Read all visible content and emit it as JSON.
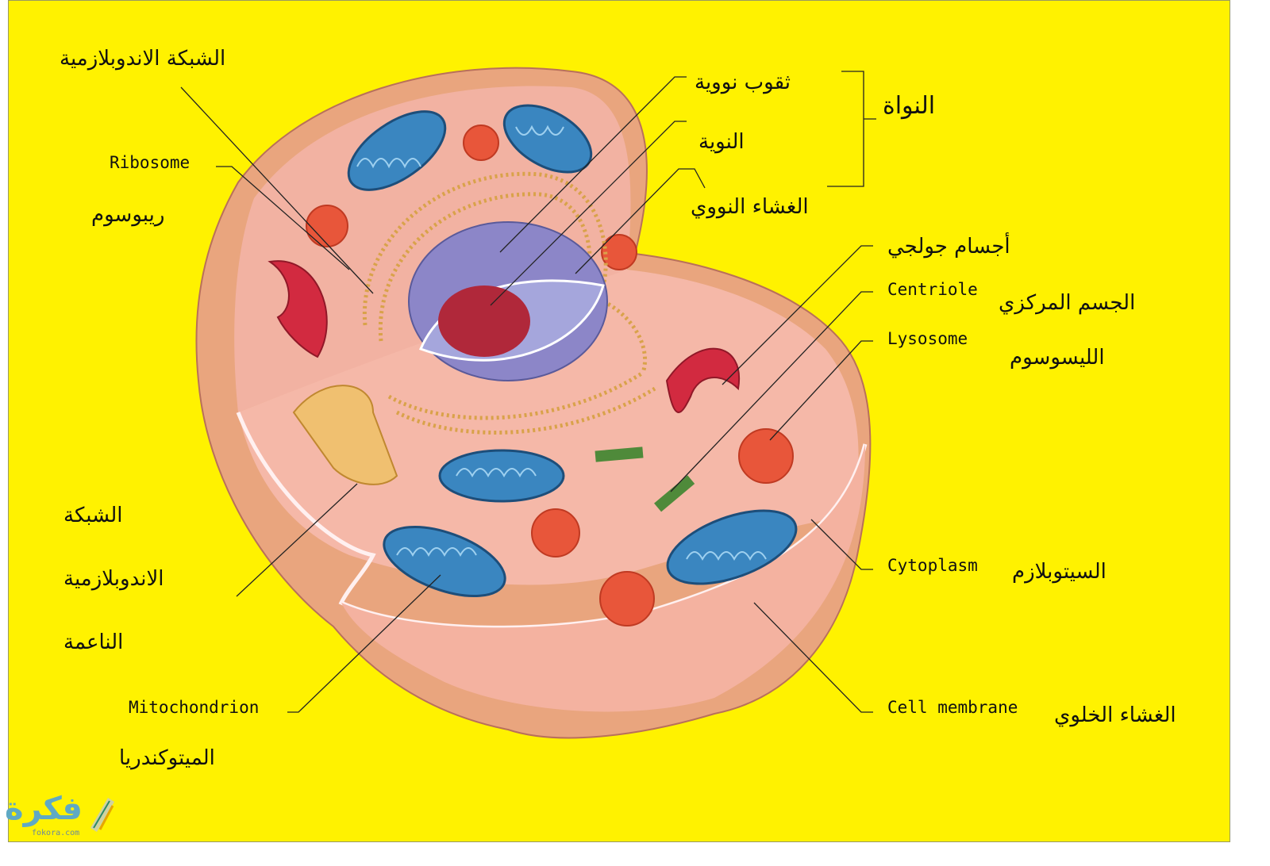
{
  "colors": {
    "background": "#fff200",
    "cytoplasm": "#f4b3a0",
    "mitochondria": "#3a86c0",
    "lysosome": "#e8563a",
    "nucleus": "#8c86c8",
    "nucleolus": "#b0283a",
    "golgi": "#d22a40",
    "centriole": "#4f8a3a"
  },
  "labels": {
    "rough_er": "الشبكة الاندوبلازمية",
    "ribosome_en": "Ribosome",
    "ribosome_ar": "ريبوسوم",
    "smooth_er_line1": "الشبكة",
    "smooth_er_line2": "الاندوبلازمية",
    "smooth_er_line3": "الناعمة",
    "mitochondrion_en": "Mitochondrion",
    "mitochondrion_ar": "الميتوكندريا",
    "nuclear_pores": "ثقوب نووية",
    "nucleolus": "النوية",
    "nuclear_envelope": "الغشاء النووي",
    "nucleus": "النواة",
    "golgi": "أجسام جولجي",
    "centriole_en": "Centriole",
    "centriole_ar": "الجسم المركزي",
    "lysosome_en": "Lysosome",
    "lysosome_ar": "الليسوسوم",
    "cytoplasm_en": "Cytoplasm",
    "cytoplasm_ar": "السيتوبلازم",
    "cell_membrane_en": "Cell membrane",
    "cell_membrane_ar": "الغشاء الخلوي"
  },
  "watermark": {
    "text_ar": "فكرة",
    "text_en": "fokora.com",
    "icon": "pencil-icon"
  }
}
